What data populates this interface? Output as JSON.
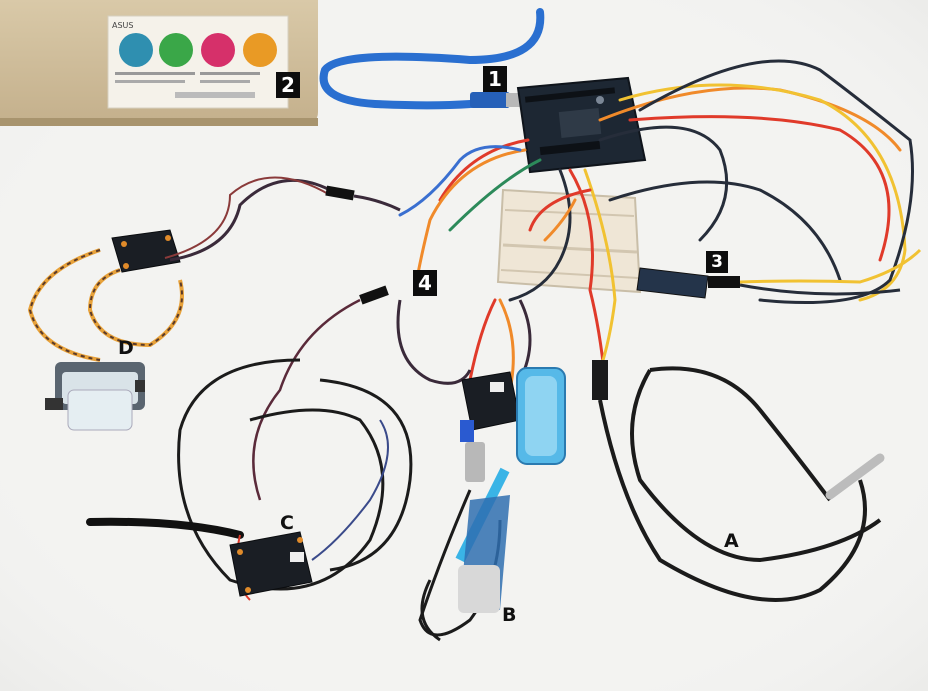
{
  "markers": {
    "m1": "1",
    "m2": "2",
    "m3": "3",
    "m4": "4",
    "a": "A",
    "b": "B",
    "c": "C",
    "d": "D"
  },
  "laptop": {
    "brand_text": "ASUS",
    "sticker_colors": [
      "#2f8fb0",
      "#3aa748",
      "#d6306a",
      "#e99a25"
    ]
  },
  "colors": {
    "background": "#f2f2f0",
    "usb_cable": "#2a6fd0",
    "board": "#1d2733",
    "breadboard": "#efe6d6",
    "wire_red": "#e03a2a",
    "wire_orange": "#f08a2a",
    "wire_yellow": "#f1c232",
    "wire_dark": "#262d3a",
    "probe_blue": "#3ab4e6",
    "cable_black": "#1b1b1b"
  }
}
